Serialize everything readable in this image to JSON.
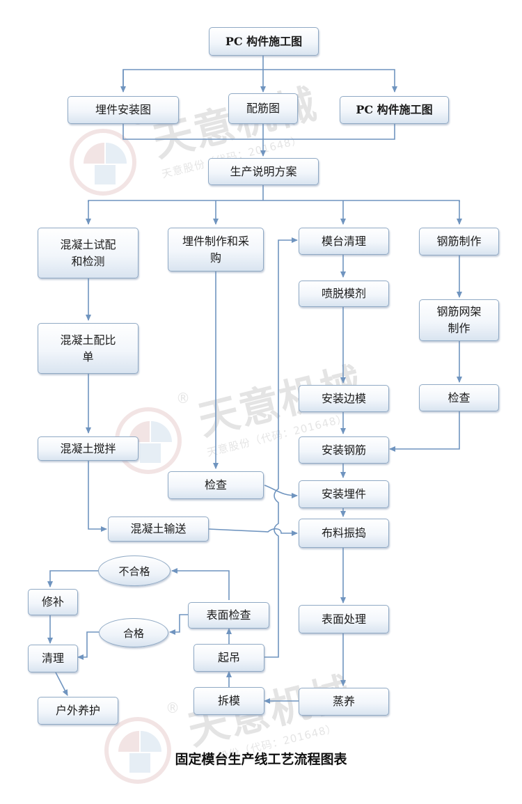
{
  "nodes": {
    "pc_top": "PC 构件施工图",
    "embed_install_drawing": "埋件安装图",
    "rebar_drawing": "配筋图",
    "pc_right": "PC 构件施工图",
    "production_plan": "生产说明方案",
    "concrete_trial": "混凝土试配和检测",
    "embed_make": "埋件制作和采购",
    "mold_clean": "模台清理",
    "rebar_make": "钢筋制作",
    "spray_release": "喷脱模剂",
    "concrete_ratio": "混凝土配比单",
    "rebar_mesh": "钢筋网架制作",
    "install_side": "安装边模",
    "check_rebar": "检查",
    "concrete_mix": "混凝土搅拌",
    "install_rebar": "安装钢筋",
    "check_embed": "检查",
    "install_embed": "安装埋件",
    "concrete_transport": "混凝土输送",
    "distribute_vibrate": "布料振捣",
    "unqualified": "不合格",
    "repair": "修补",
    "surface_check": "表面检查",
    "qualified": "合格",
    "surface_treat": "表面处理",
    "clean": "清理",
    "lift": "起吊",
    "demold": "拆模",
    "steam_cure": "蒸养",
    "outdoor_cure": "户外养护"
  },
  "title": "固定模台生产线工艺流程图表",
  "watermark": {
    "brand": "天意机械",
    "sub": "天意股份（代码：201648）",
    "registered": "®"
  },
  "colors": {
    "arrow": "#6f94bf",
    "border": "#8fa9c4"
  }
}
